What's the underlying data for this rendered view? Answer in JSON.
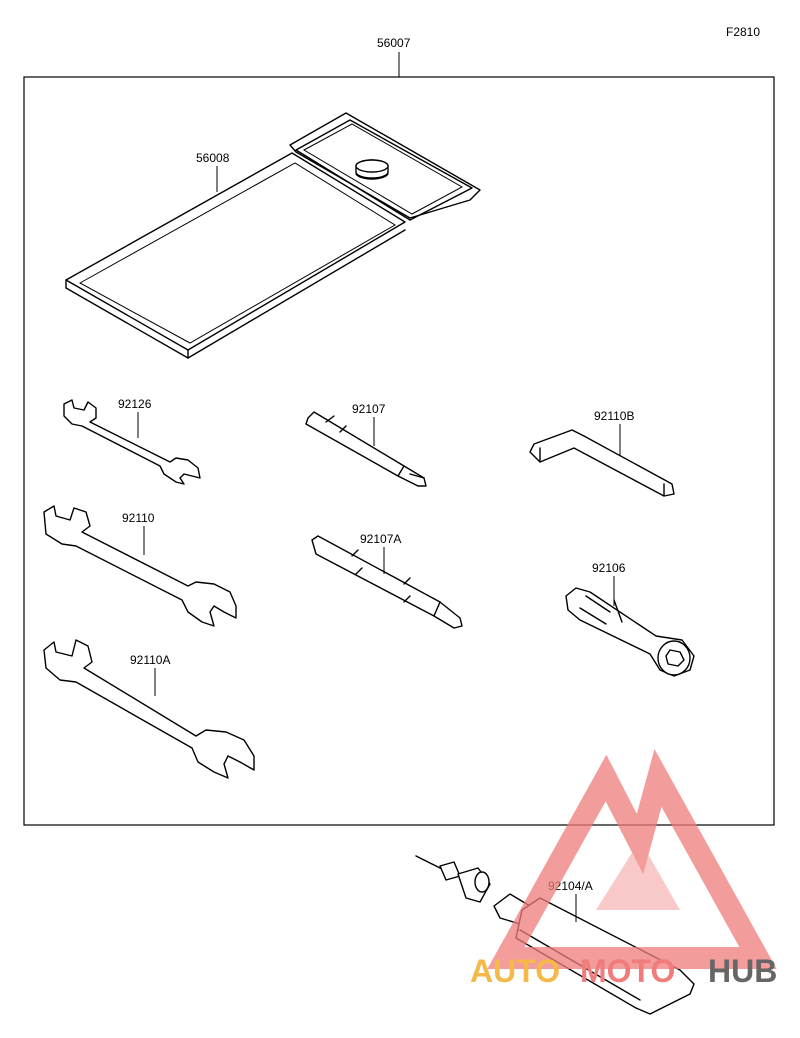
{
  "diagram": {
    "figure_code": "F2810",
    "kit_label": "56007",
    "parts": {
      "case": "56008",
      "wrench_small": "92126",
      "wrench_medium": "92110",
      "wrench_large": "92110A",
      "driver_bit": "92107",
      "driver_bit_double": "92107A",
      "hex_key": "92110B",
      "handle": "92106",
      "repair_kit": "92104/A"
    }
  },
  "watermark": {
    "part1": "AUTO",
    "part2": "MOTO",
    "part3": "HUB",
    "color_primary": "#f07c7c",
    "color_secondary": "#f5b84a",
    "color_tertiary": "#666666"
  }
}
